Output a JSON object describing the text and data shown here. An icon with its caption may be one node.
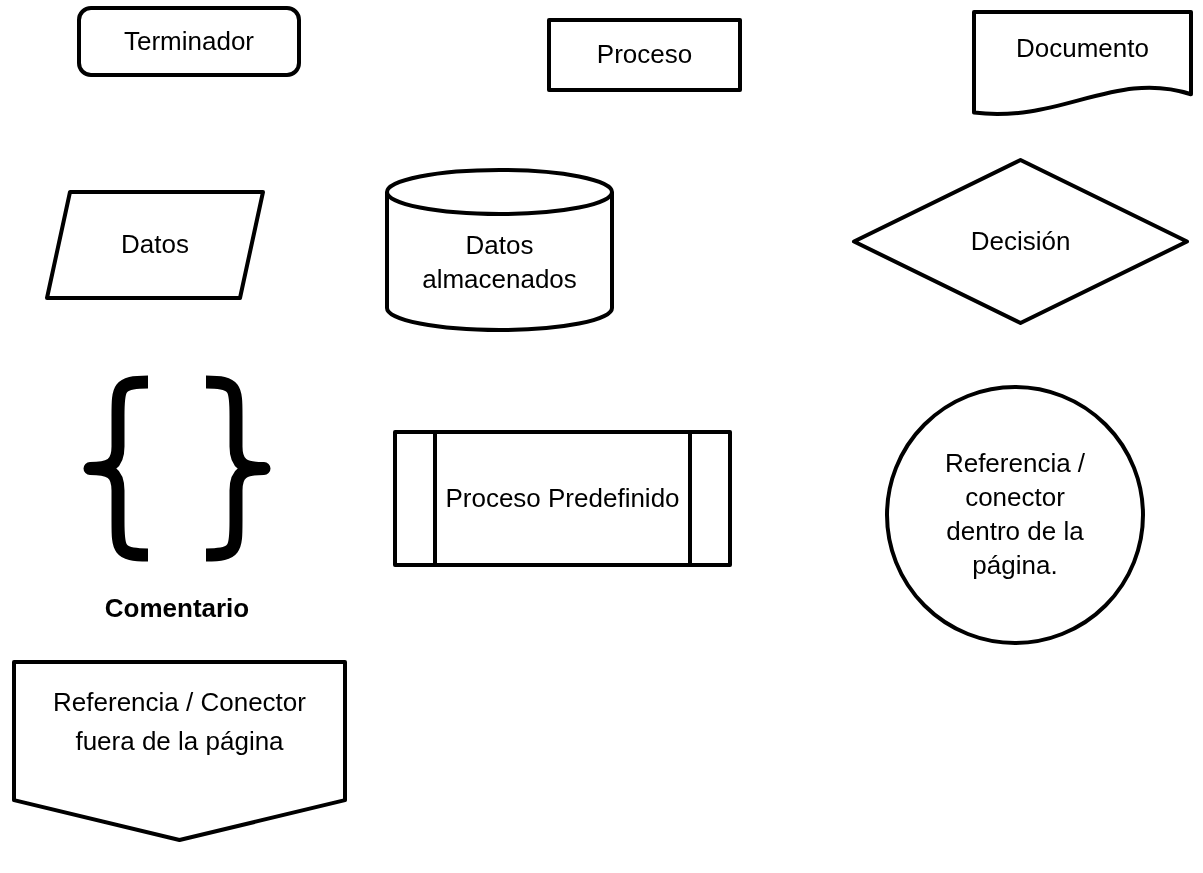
{
  "diagram": {
    "nodes": [
      {
        "text": [
          "Terminador"
        ]
      },
      {
        "text": [
          "Proceso"
        ]
      },
      {
        "text": [
          "Documento"
        ]
      },
      {
        "text": [
          "Datos"
        ]
      },
      {
        "text": [
          "Datos almacenados"
        ]
      },
      {
        "text": [
          "Decisión"
        ]
      },
      {
        "text": [
          "Comentario"
        ]
      },
      {
        "text": [
          "Proceso Predefinido"
        ]
      },
      {
        "text": [
          "Referencia / conector dentro de la página."
        ]
      },
      {
        "text": [
          "Referencia / Conector fuera de la página"
        ]
      }
    ]
  }
}
